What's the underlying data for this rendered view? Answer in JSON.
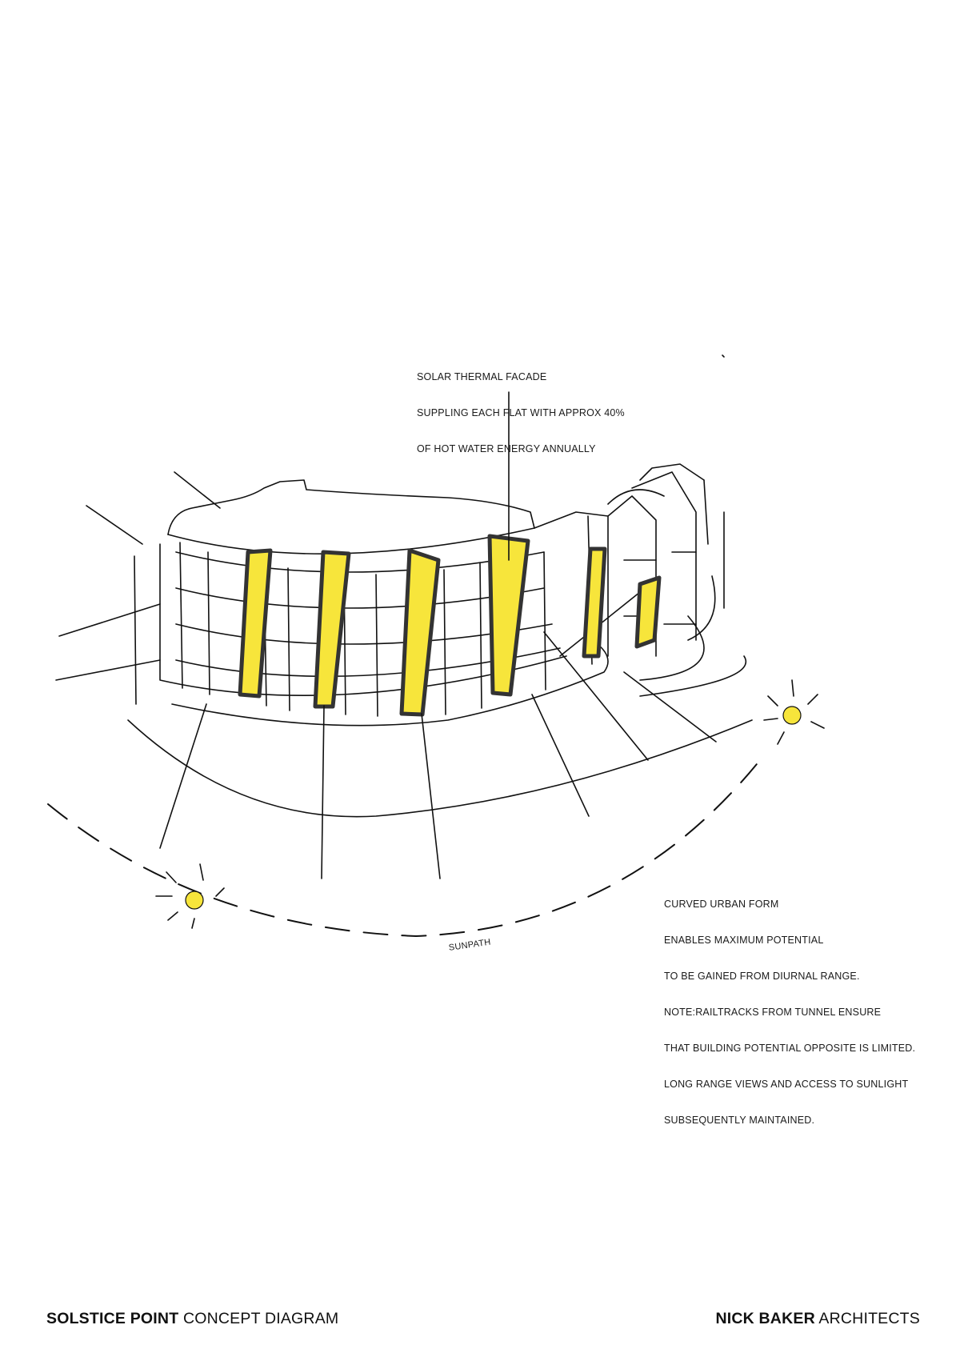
{
  "annotations": {
    "solar_thermal": [
      "SOLAR THERMAL FACADE",
      "SUPPLING EACH FLAT WITH APPROX 40%",
      "OF HOT WATER ENERGY ANNUALLY"
    ],
    "curved_form": [
      "CURVED URBAN FORM",
      "ENABLES MAXIMUM POTENTIAL",
      "TO BE GAINED FROM DIURNAL RANGE.",
      "NOTE:RAILTRACKS FROM TUNNEL ENSURE",
      "THAT BUILDING POTENTIAL OPPOSITE IS LIMITED.",
      "LONG RANGE VIEWS AND ACCESS TO SUNLIGHT",
      "SUBSEQUENTLY MAINTAINED."
    ],
    "sunpath": "SUNPATH"
  },
  "footer": {
    "project_bold": "SOLSTICE POINT",
    "project_rest": " CONCEPT DIAGRAM",
    "firm_bold": "NICK BAKER",
    "firm_rest": " ARCHITECTS"
  },
  "colors": {
    "panel_fill": "#F7E53B",
    "panel_outline": "#333333",
    "ink": "#111111",
    "sun": "#F7E53B"
  },
  "icons": {
    "sun": "sun-icon"
  }
}
